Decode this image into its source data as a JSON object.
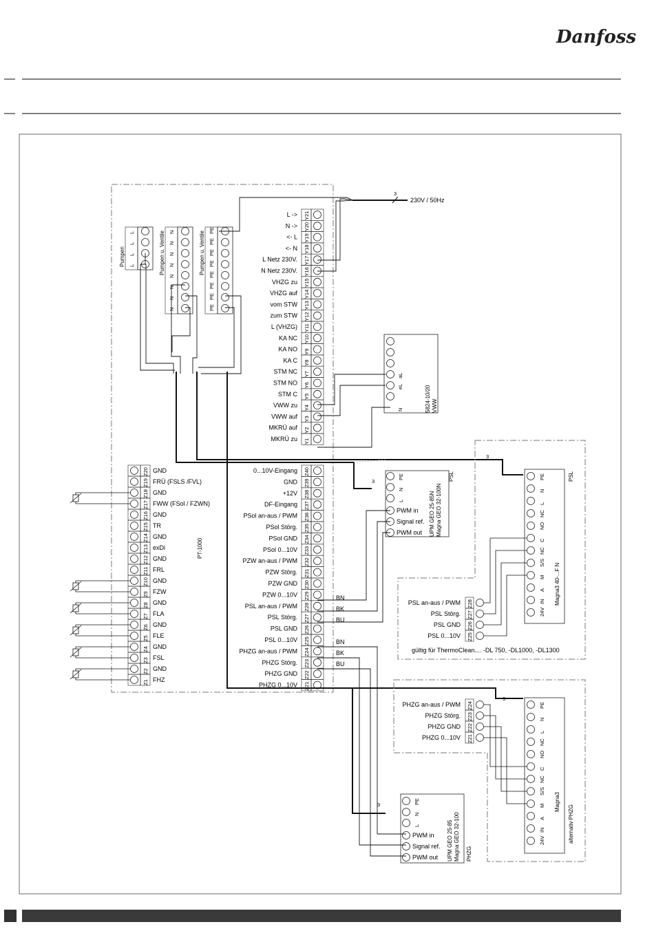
{
  "brand": {
    "logo_text": "Danfoss"
  },
  "footer": {
    "accent_color": "#3a3a3a"
  },
  "mains": {
    "count": "3",
    "label": "230V / 50Hz"
  },
  "left_block": {
    "labels": [
      "Pumpen",
      "Pumpen u. Ventile",
      "Pumpen u. Ventile"
    ],
    "col1": [
      "L",
      "L",
      "L",
      "L"
    ],
    "col2": [
      "N",
      "N",
      "N",
      "N",
      "N",
      "N",
      "N",
      "N"
    ],
    "col3": [
      "PE",
      "PE",
      "PE",
      "PE",
      "PE",
      "PE",
      "PE",
      "PE"
    ]
  },
  "y_terminals": [
    {
      "id": "Y21",
      "label": "L ->"
    },
    {
      "id": "Y20",
      "label": "N ->"
    },
    {
      "id": "Y19",
      "label": "<- L"
    },
    {
      "id": "Y18",
      "label": "<- N"
    },
    {
      "id": "Y17",
      "label": "L Netz 230V."
    },
    {
      "id": "Y16",
      "label": "N Netz 230V."
    },
    {
      "id": "Y15",
      "label": "VHZG zu"
    },
    {
      "id": "Y14",
      "label": "VHZG auf"
    },
    {
      "id": "Y13",
      "label": "vom STW"
    },
    {
      "id": "Y12",
      "label": "zum STW"
    },
    {
      "id": "Y11",
      "label": "L (VHZG)"
    },
    {
      "id": "Y10",
      "label": "KA NC"
    },
    {
      "id": "Y9",
      "label": "KA NO"
    },
    {
      "id": "Y8",
      "label": "KA C"
    },
    {
      "id": "Y7",
      "label": "STM NC"
    },
    {
      "id": "Y6",
      "label": "STM NO"
    },
    {
      "id": "Y5",
      "label": "STM C"
    },
    {
      "id": "Y4",
      "label": "VWW zu"
    },
    {
      "id": "Y3",
      "label": "VWW auf"
    },
    {
      "id": "Y2",
      "label": "MKRÜ auf"
    },
    {
      "id": "Y1",
      "label": "MKRÜ zu"
    }
  ],
  "z_left": [
    {
      "id": "Z20",
      "label": "GND"
    },
    {
      "id": "Z19",
      "label": "FRÜ (FSLS /FVL)"
    },
    {
      "id": "Z18",
      "label": "GND"
    },
    {
      "id": "Z17",
      "label": "FWW (FSol / FZWN)"
    },
    {
      "id": "Z16",
      "label": "GND"
    },
    {
      "id": "Z15",
      "label": "TR"
    },
    {
      "id": "Z14",
      "label": "GND"
    },
    {
      "id": "Z13",
      "label": "exDi"
    },
    {
      "id": "Z12",
      "label": "GND"
    },
    {
      "id": "Z11",
      "label": "FRL"
    },
    {
      "id": "Z10",
      "label": "GND"
    },
    {
      "id": "Z9",
      "label": "FZW"
    },
    {
      "id": "Z8",
      "label": "GND"
    },
    {
      "id": "Z7",
      "label": "FLA"
    },
    {
      "id": "Z6",
      "label": "GND"
    },
    {
      "id": "Z5",
      "label": "FLE"
    },
    {
      "id": "Z4",
      "label": "GND"
    },
    {
      "id": "Z3",
      "label": "FSL"
    },
    {
      "id": "Z2",
      "label": "GND"
    },
    {
      "id": "Z1",
      "label": "FHZ"
    }
  ],
  "pt_label": "PT-1000",
  "z_right": [
    {
      "id": "Z40",
      "label": "0...10V-Eingang"
    },
    {
      "id": "Z39",
      "label": "GND"
    },
    {
      "id": "Z38",
      "label": "+12V"
    },
    {
      "id": "Z37",
      "label": "DF-Eingang"
    },
    {
      "id": "Z36",
      "label": "PSol an-aus / PWM"
    },
    {
      "id": "Z35",
      "label": "PSol Störg."
    },
    {
      "id": "Z34",
      "label": "PSol GND"
    },
    {
      "id": "Z33",
      "label": "PSol 0...10V"
    },
    {
      "id": "Z32",
      "label": "PZW an-aus / PWM"
    },
    {
      "id": "Z31",
      "label": "PZW Störg."
    },
    {
      "id": "Z30",
      "label": "PZW GND"
    },
    {
      "id": "Z29",
      "label": "PZW 0...10V"
    },
    {
      "id": "Z28",
      "label": "PSL an-aus / PWM"
    },
    {
      "id": "Z27",
      "label": "PSL Störg."
    },
    {
      "id": "Z26",
      "label": "PSL GND"
    },
    {
      "id": "Z25",
      "label": "PSL 0...10V"
    },
    {
      "id": "Z24",
      "label": "PHZG an-aus / PWM"
    },
    {
      "id": "Z23",
      "label": "PHZG Störg."
    },
    {
      "id": "Z22",
      "label": "PHZG GND"
    },
    {
      "id": "Z21",
      "label": "PHZG 0...10V"
    }
  ],
  "wire_colors": [
    "BN",
    "BK",
    "BU",
    "BN",
    "BK",
    "BU"
  ],
  "vww": {
    "model": "5824-10/20",
    "name": "VWW",
    "terms": [
      "N",
      "eL",
      "aL"
    ]
  },
  "psl_pump": {
    "model1": "UPM GEO 25-85N",
    "model2": "Magna GEO 32-100N",
    "name": "PSL",
    "power": [
      "PE",
      "N",
      "L"
    ],
    "signal": [
      "PWM in",
      "Signal ref.",
      "PWM out"
    ]
  },
  "phzg_pump": {
    "model1": "UPM GEO 25-85",
    "model2": "Magna GEO 32-100",
    "name": "PHZG",
    "power": [
      "PE",
      "N",
      "L"
    ],
    "signal": [
      "PWM in",
      "Signal ref.",
      "PWM out"
    ]
  },
  "psl_alt": {
    "terms": [
      "PSL an-aus / PWM",
      "PSL Störg.",
      "PSL GND",
      "PSL 0...10V"
    ],
    "ids": [
      "Z28",
      "Z27",
      "Z26",
      "Z25"
    ],
    "note": "gültig für ThermoClean.... -DL 750, -DL1000, -DL1300",
    "magna": "Magna3 40-...F N",
    "name": "PSL"
  },
  "phzg_alt": {
    "terms": [
      "PHZG an-aus / PWM",
      "PHZG Störg.",
      "PHZG GND",
      "PHZG 0...10V"
    ],
    "ids": [
      "Z24",
      "Z23",
      "Z22",
      "Z21"
    ],
    "magna": "Magna3",
    "name": "alternativ PHZG"
  },
  "magna_terms": [
    "PE",
    "N",
    "L",
    "NC",
    "NO",
    "C",
    "NC",
    "S/S",
    "M",
    "A",
    "IN",
    "24V"
  ]
}
